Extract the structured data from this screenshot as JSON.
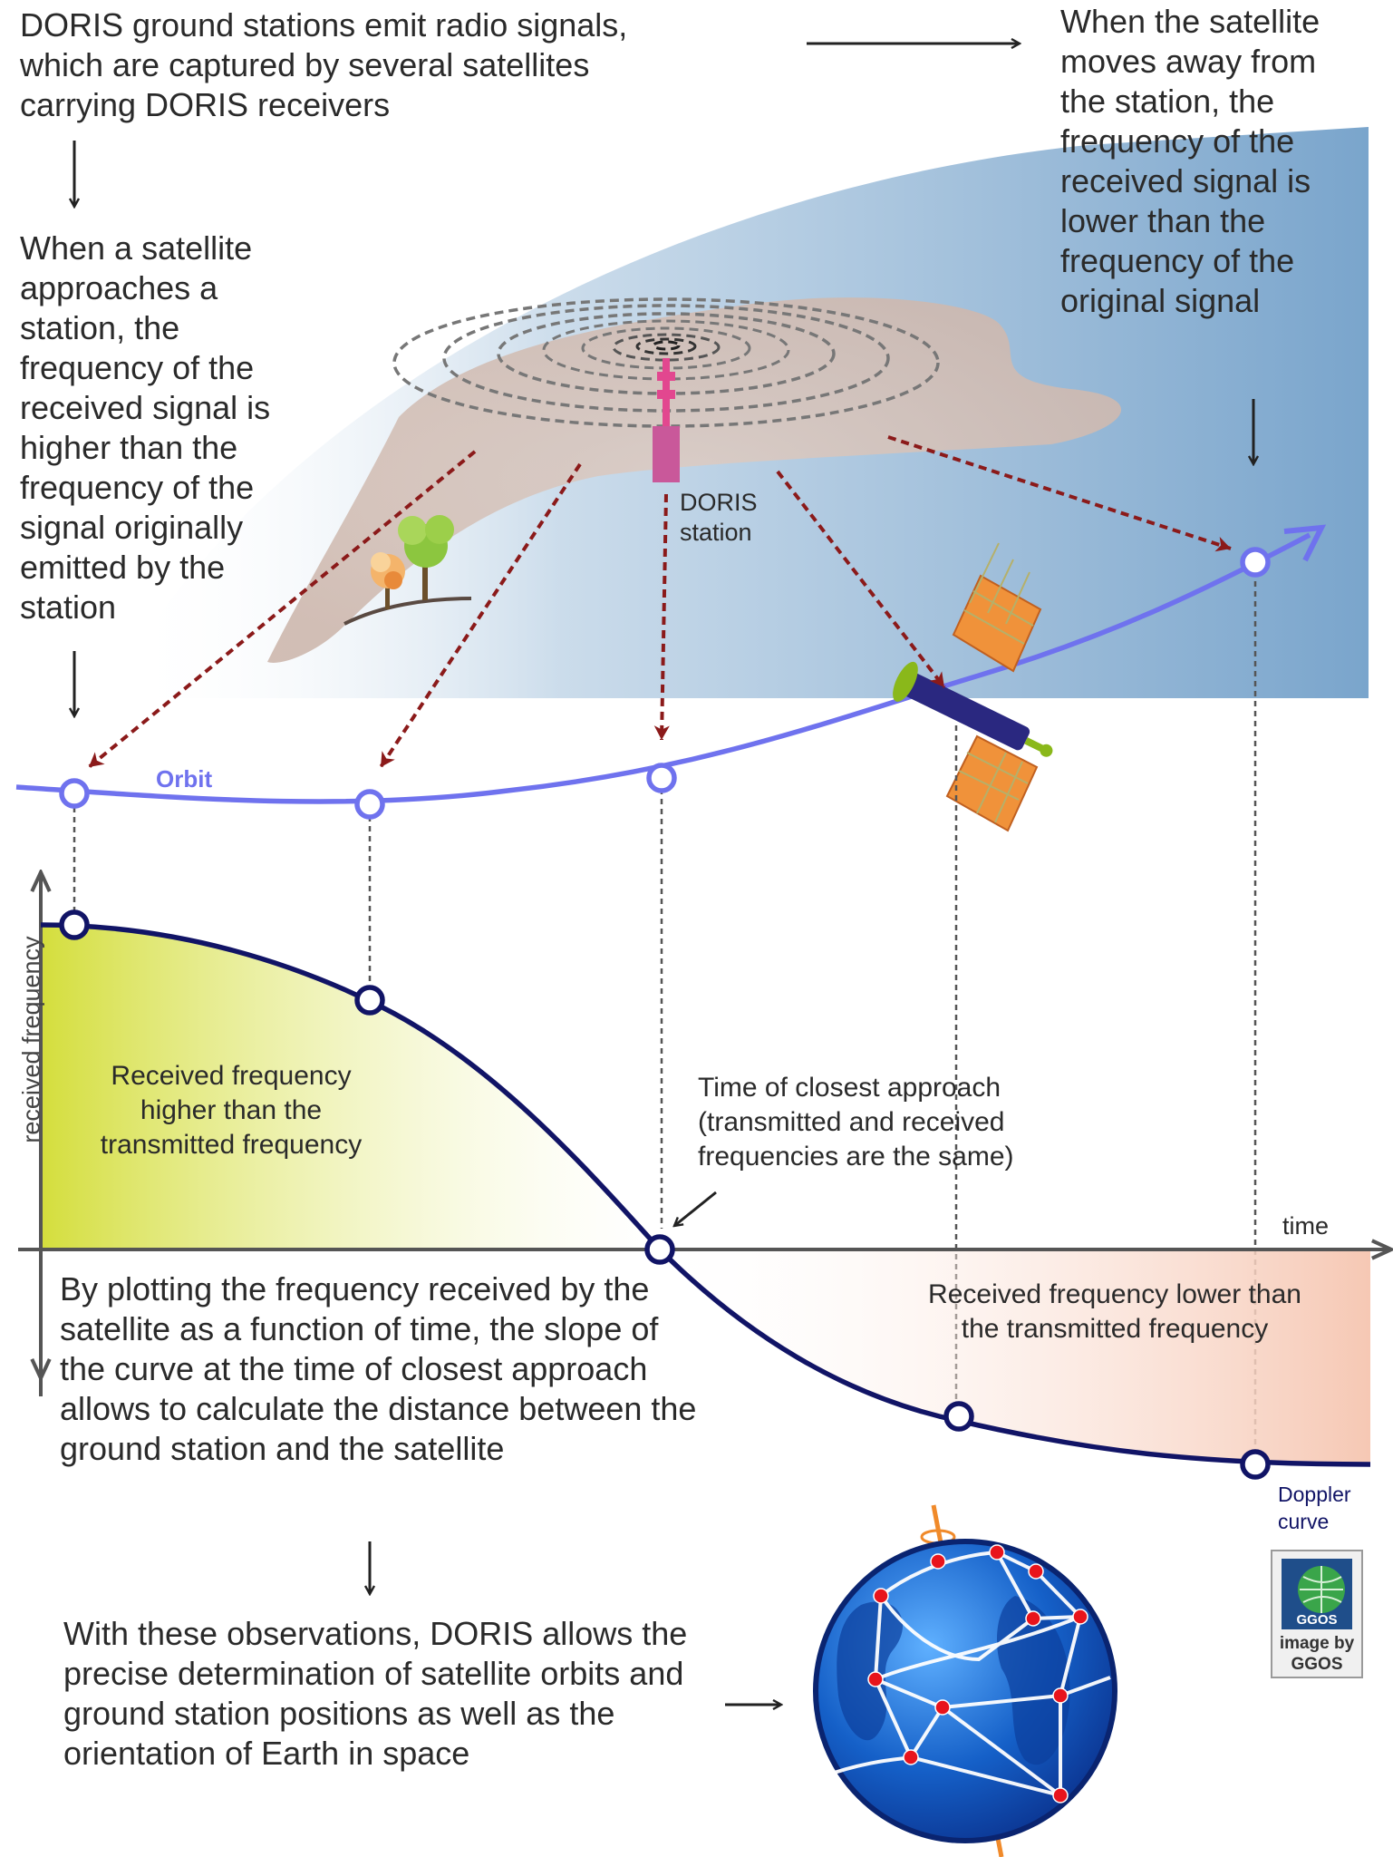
{
  "texts": {
    "intro": "DORIS ground stations emit radio signals, which are captured by several satellites carrying DORIS receivers",
    "approach": "When a satellite approaches a station, the frequency of the received signal is higher than the frequency of the signal originally emitted by the station",
    "recede": "When the satellite moves away from the station, the frequency of the received signal is lower than the frequency of the original signal",
    "station_label": "DORIS station",
    "orbit_label": "Orbit",
    "y_axis_label": "received frequency",
    "x_axis_label": "time",
    "higher_region": "Received frequency higher than the transmitted frequency",
    "closest_approach": "Time of closest approach (transmitted and received frequencies are the same)",
    "lower_region": "Received frequency lower than the transmitted frequency",
    "curve_label": "Doppler curve",
    "slope_text": "By plotting the frequency received by the satellite as a function of time, the slope of the curve at the time of closest approach allows to calculate the distance between the ground station and the satellite",
    "conclusion": "With these observations, DORIS allows the precise determination of satellite orbits and ground station positions as well as the orientation of Earth in space"
  },
  "credit": {
    "logo_text": "GGOS",
    "caption": "image by GGOS"
  },
  "colors": {
    "orbit": "#6f72ee",
    "doppler_curve": "#111466",
    "signal_arrow": "#8b1a1a",
    "sky": "#8fb4d4",
    "land": "#d9c8bf",
    "higher_fill": "#d7e04a",
    "lower_fill": "#f7cfbd",
    "station": "#cc5a9a",
    "solar_panel": "#f0923a",
    "globe": "#1565c0",
    "network_node": "#e8141c"
  }
}
